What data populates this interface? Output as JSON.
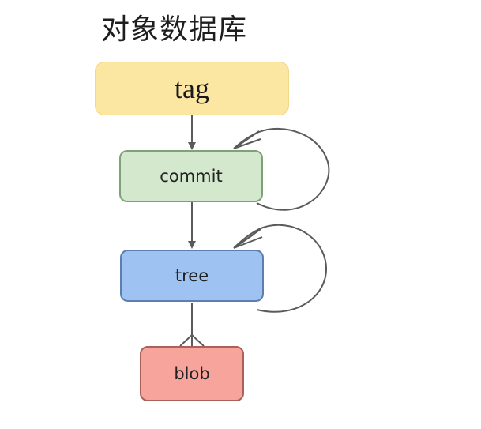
{
  "title": "对象数据库",
  "nodes": {
    "tag": "tag",
    "commit": "commit",
    "tree": "tree",
    "blob": "blob"
  },
  "colors": {
    "tag_fill": "#fbe6a2",
    "commit_fill": "#d4e8cd",
    "tree_fill": "#9ec3f2",
    "blob_fill": "#f7a49c",
    "connector": "#5a5a5a"
  }
}
